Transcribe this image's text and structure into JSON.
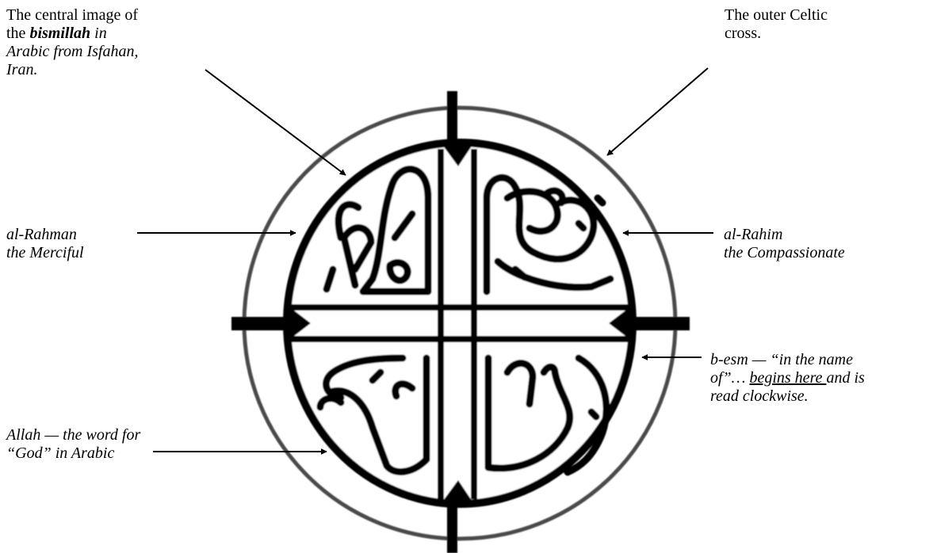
{
  "labels": {
    "central": {
      "line1": "The central image of",
      "line2_prefix": "the ",
      "line2_bold": "bismillah",
      "line2_suffix": " in",
      "line3": "Arabic from Isfahan,",
      "line4": "Iran."
    },
    "celtic": {
      "line1": "The outer Celtic",
      "line2": "cross."
    },
    "rahman": {
      "line1": "al-Rahman",
      "line2": "the Merciful"
    },
    "rahim": {
      "line1": "al-Rahim",
      "line2": "the Compassionate"
    },
    "besm": {
      "line1": "b-esm — “in the name",
      "line2_prefix": "of”… ",
      "line2_underlined": "begins here ",
      "line2_suffix": "and is",
      "line3": "read clockwise."
    },
    "allah": {
      "line1": "Allah — the word for",
      "line2": "“God” in Arabic"
    }
  },
  "colors": {
    "ink": "#000000",
    "ring": "#4a4a4a",
    "background": "#ffffff"
  }
}
